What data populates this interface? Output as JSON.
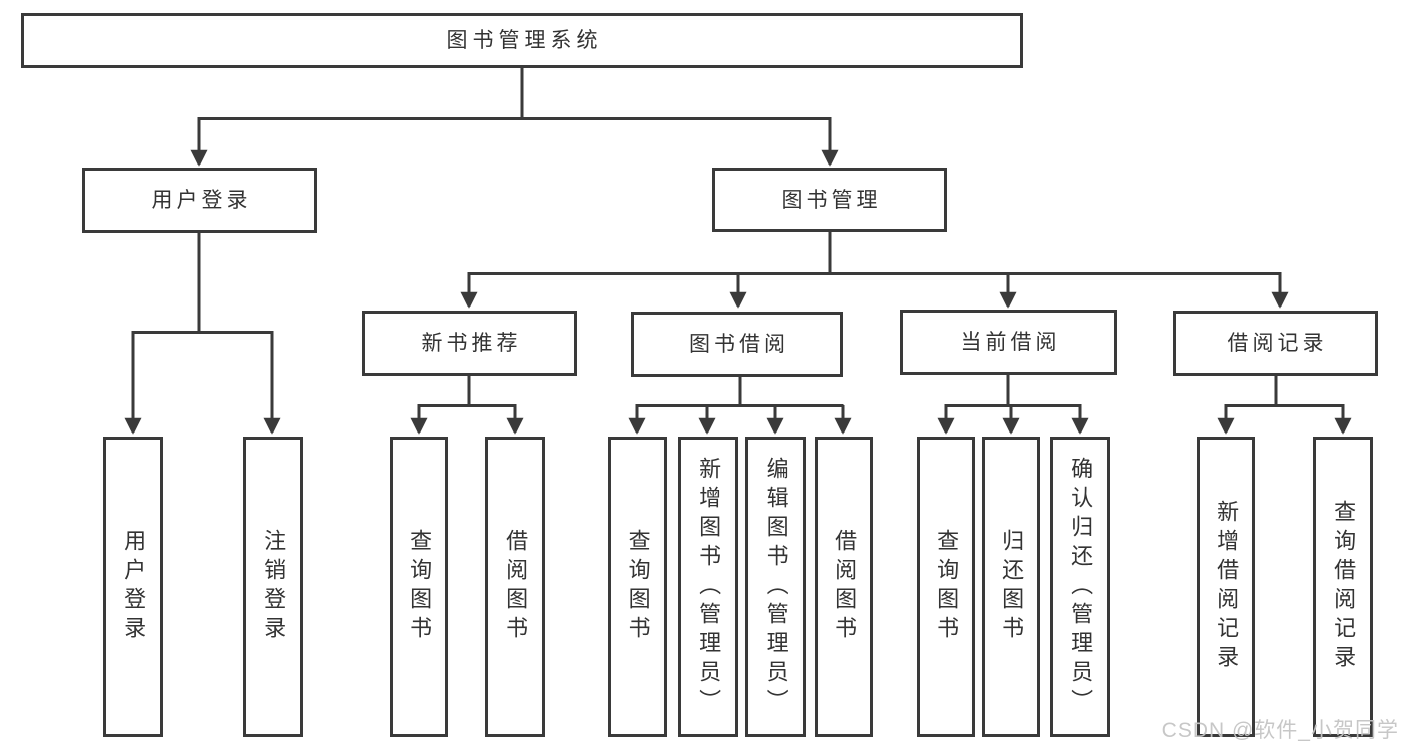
{
  "tree": {
    "label": "图书管理系统",
    "children": [
      {
        "label": "用户登录",
        "children": [
          {
            "label": "用户登录"
          },
          {
            "label": "注销登录"
          }
        ]
      },
      {
        "label": "图书管理",
        "children": [
          {
            "label": "新书推荐",
            "children": [
              {
                "label": "查询图书"
              },
              {
                "label": "借阅图书"
              }
            ]
          },
          {
            "label": "图书借阅",
            "children": [
              {
                "label": "查询图书"
              },
              {
                "label": "新增图书（管理员）"
              },
              {
                "label": "编辑图书（管理员）"
              },
              {
                "label": "借阅图书"
              }
            ]
          },
          {
            "label": "当前借阅",
            "children": [
              {
                "label": "查询图书"
              },
              {
                "label": "归还图书"
              },
              {
                "label": "确认归还（管理员）"
              }
            ]
          },
          {
            "label": "借阅记录",
            "children": [
              {
                "label": "新增借阅记录"
              },
              {
                "label": "查询借阅记录"
              }
            ]
          }
        ]
      }
    ]
  },
  "watermark": {
    "text": "CSDN @软件_小贺同学"
  },
  "colors": {
    "line": "#3a3a3a",
    "text": "#333333",
    "background": "#ffffff",
    "watermark": "#c4c4c4"
  }
}
